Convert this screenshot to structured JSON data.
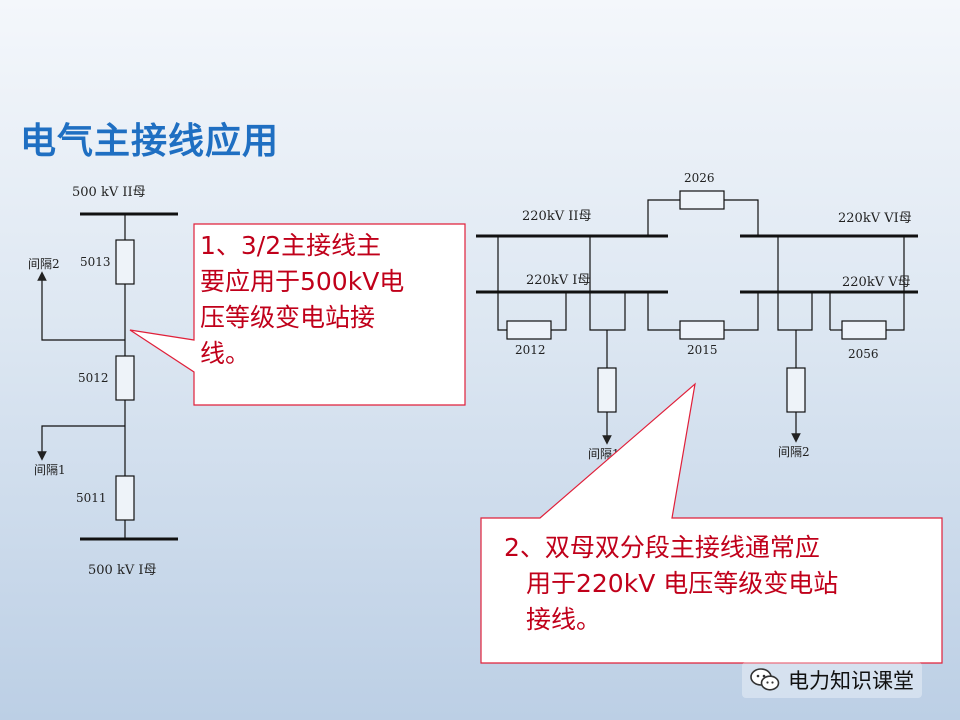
{
  "title": "电气主接线应用",
  "left_diagram": {
    "bus_top": "500 kV II母",
    "bus_bottom": "500 kV I母",
    "breakers": [
      "5013",
      "5012",
      "5011"
    ],
    "bay2": "间隔2",
    "bay1": "间隔1"
  },
  "right_diagram": {
    "bus_2": "220kV II母",
    "bus_1": "220kV I母",
    "bus_6": "220kV VI母",
    "bus_5": "220kV V母",
    "breaker_2026": "2026",
    "breaker_2012": "2012",
    "breaker_2015": "2015",
    "breaker_2056": "2056",
    "bay1": "间隔1",
    "bay2": "间隔2"
  },
  "callout1": {
    "line1": "1、3/2主接线主",
    "line2": "要应用于500kV电",
    "line3": "压等级变电站接",
    "line4": "线。"
  },
  "callout2": {
    "line1": "2、双母双分段主接线通常应",
    "line2": "用于220kV 电压等级变电站",
    "line3": "接线。"
  },
  "watermark": {
    "text": "电力知识课堂",
    "icon": "wechat-icon"
  },
  "colors": {
    "title": "#1f6fc2",
    "callout_border": "#e0203a",
    "callout_text": "#c0001a"
  }
}
